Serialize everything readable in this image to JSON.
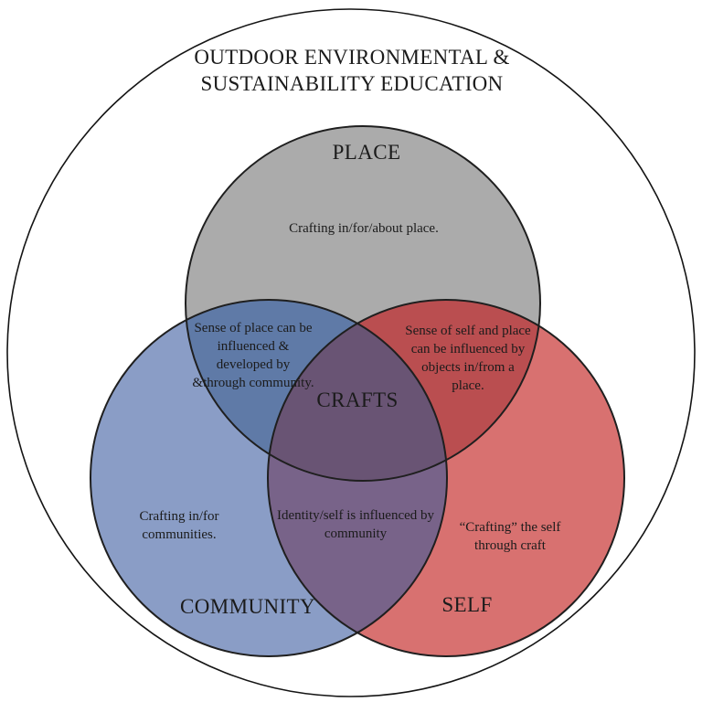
{
  "venn": {
    "title_line1": "OUTDOOR ENVIRONMENTAL &",
    "title_line2": "SUSTAINABILITY EDUCATION",
    "outline_color": "#1f1f1f",
    "background_color": "#ffffff",
    "circles": {
      "place": {
        "label": "PLACE",
        "fill": "#ABABAB",
        "note": "Crafting in/for/about place."
      },
      "community": {
        "label": "COMMUNITY",
        "fill": "#8A9DC6",
        "note": "Crafting in/for communities."
      },
      "self": {
        "label": "SELF",
        "fill": "#D87170",
        "note": "“Crafting” the self through craft"
      }
    },
    "overlaps": {
      "place_community": {
        "fill": "#5F7AA7",
        "note": "Sense of place can be influenced & developed by &through community."
      },
      "place_self": {
        "fill": "#BA4E50",
        "note": "Sense of self and place can be influenced by objects in/from a place."
      },
      "community_self": {
        "fill": "#786389",
        "note": "Identity/self is influenced by community"
      },
      "center": {
        "label": "CRAFTS",
        "fill": "#695474"
      }
    }
  }
}
